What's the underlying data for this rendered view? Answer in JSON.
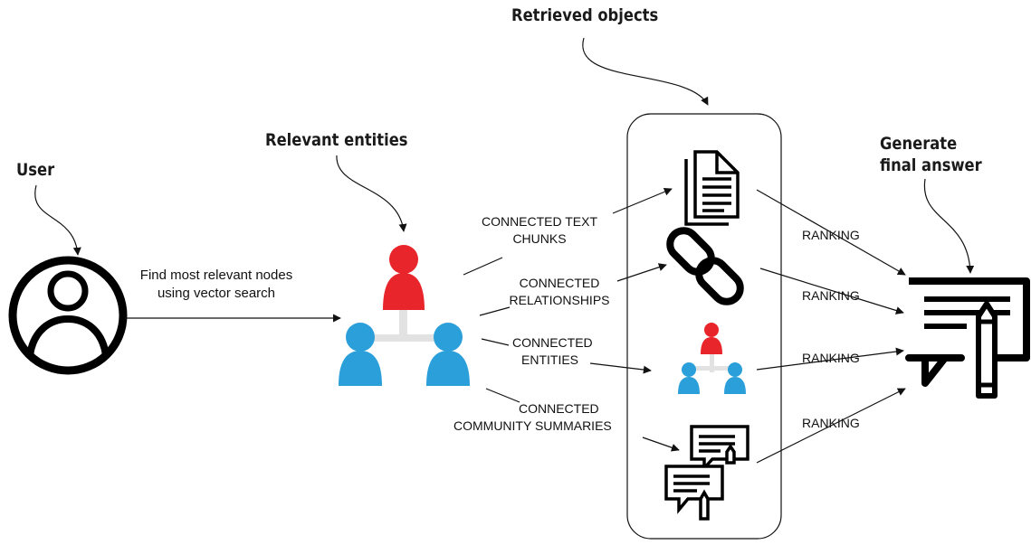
{
  "headings": {
    "user": "User",
    "relevant_entities": "Relevant entities",
    "retrieved_objects": "Retrieved objects",
    "generate_line1": "Generate",
    "generate_line2": "final answer"
  },
  "search_label": {
    "line1": "Find most relevant nodes",
    "line2": "using vector search"
  },
  "connections": {
    "text_chunks": [
      "CONNECTED TEXT",
      "CHUNKS"
    ],
    "relationships": [
      "CONNECTED",
      "RELATIONSHIPS"
    ],
    "entities": [
      "CONNECTED",
      "ENTITIES"
    ],
    "community": [
      "CONNECTED",
      "COMMUNITY SUMMARIES"
    ]
  },
  "ranking": [
    "RANKING",
    "RANKING",
    "RANKING",
    "RANKING"
  ],
  "colors": {
    "entity_red": "#e8252b",
    "entity_blue": "#2b9fd9",
    "connector_gray": "#e2e2e2",
    "ink": "#111111"
  },
  "icons": [
    "user-icon",
    "entity-graph-icon",
    "document-icon",
    "chain-link-icon",
    "small-entity-graph-icon",
    "chat-bubbles-icon",
    "answer-bubble-pencil-icon"
  ]
}
